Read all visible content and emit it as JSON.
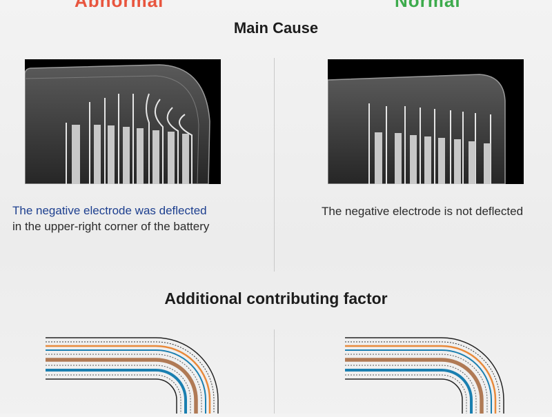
{
  "header": {
    "left_label": "Abnormal",
    "right_label": "Normal"
  },
  "main_cause": {
    "title": "Main Cause",
    "abnormal_caption_highlight": "The negative electrode was deflected",
    "abnormal_caption_rest": "in the upper-right corner of the battery",
    "normal_caption": "The negative electrode is not deflected"
  },
  "additional": {
    "title": "Additional contributing factor"
  },
  "colors": {
    "abnormal": "#e8553e",
    "normal": "#3dab4c",
    "highlight_text": "#1d3f8f",
    "layer_orange": "#e8893a",
    "layer_brown": "#b07a55",
    "layer_blue": "#1a7fb0"
  }
}
